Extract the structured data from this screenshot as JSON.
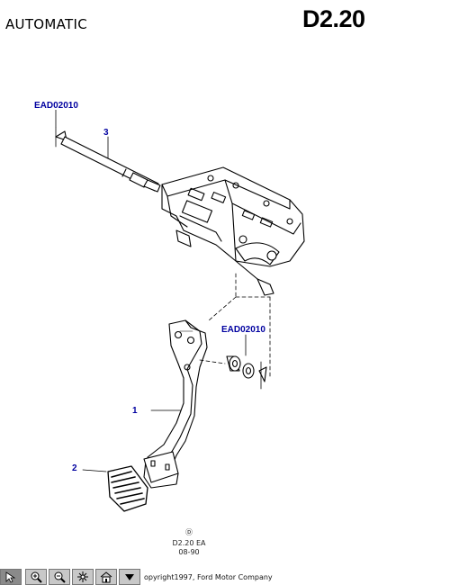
{
  "header": {
    "left_title": "AUTOMATIC",
    "right_title": "D2.20"
  },
  "callouts": {
    "ead_top": "EAD02010",
    "ead_mid": "EAD02010",
    "part_1": "1",
    "part_2": "2",
    "part_3": "3"
  },
  "figure_code": {
    "symbol": "Ⓓ",
    "code": "D2.20 EA",
    "date": "08-90"
  },
  "footer": {
    "copyright": "opyright1997, Ford Motor Company"
  },
  "toolbar": {
    "buttons": [
      "pointer-icon",
      "zoom-in-icon",
      "zoom-out-icon",
      "fit-icon",
      "home-icon",
      "down-arrow-icon"
    ]
  }
}
